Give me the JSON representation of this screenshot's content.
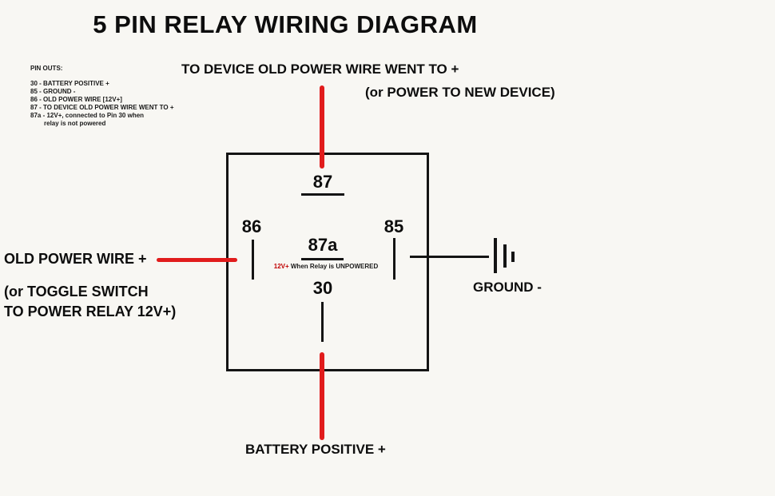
{
  "title": "5 PIN RELAY WIRING DIAGRAM",
  "pin_outs": {
    "heading": "PIN OUTS:",
    "items": [
      "30 - BATTERY POSITIVE +",
      "85 - GROUND -",
      "86 - OLD POWER WIRE [12V+]",
      "87 - TO DEVICE OLD POWER WIRE WENT TO +",
      "87a - 12V+, connected to Pin 30 when",
      "relay is not powered"
    ]
  },
  "labels": {
    "top_line1": "TO DEVICE OLD POWER WIRE WENT TO +",
    "top_line2": "(or POWER TO NEW DEVICE)",
    "left_line1": "OLD POWER WIRE +",
    "left_line2": "(or TOGGLE SWITCH",
    "left_line3": "TO POWER RELAY 12V+)",
    "right_ground": "GROUND -",
    "bottom": "BATTERY POSITIVE +"
  },
  "relay": {
    "pin87": "87",
    "pin86": "86",
    "pin85": "85",
    "pin87a": "87a",
    "pin30": "30",
    "note_prefix": "12V+",
    "note_rest": " When Relay is UNPOWERED"
  },
  "colors": {
    "wire_red": "#e11c1c",
    "line_black": "#141414",
    "background": "#f8f7f3",
    "note_red": "#c00000"
  }
}
